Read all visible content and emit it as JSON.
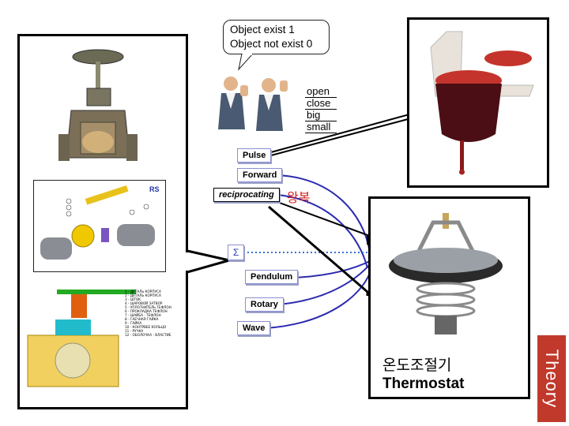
{
  "bubble": {
    "line1": "Object exist  1",
    "line2": "Object not exist 0"
  },
  "words": [
    "open",
    "close",
    "big",
    "small"
  ],
  "buttons": {
    "pulse": "Pulse",
    "forward": "Forward",
    "reciprocating": "reciprocating",
    "sigma": "Σ",
    "pendulum": "Pendulum",
    "rotary": "Rotary",
    "wave": "Wave"
  },
  "korean_reciprocating": "왕복",
  "thermostat": {
    "korean": "온도조절기",
    "english": "Thermostat"
  },
  "theory_tab": "Theory",
  "ball_valve_parts": [
    "1 - ДЕТАЛЬ КОРПУСА",
    "2 - ДЕТАЛЬ КОРПУСА",
    "3 - ШТОК",
    "4 - ШАРОВОЙ ЗАТВОР",
    "5 - УПЛОТНИТЕЛЬ ТЕФЛОН",
    "6 - ПРОКЛАДКА ТЕФЛОН",
    "7 - ШАЙБА - ТЕФЛОН",
    "8 - ГАЕЧНАЯ ГАЙКА",
    "9 - ГАЙКА",
    "10 - КОНТРВЕЕ КОЛЬЦО",
    "11 - РУЧКА",
    "12 - ОБОЛОЧКА - ВЛАСТИЕ"
  ],
  "colors": {
    "arc": "#2a2ab0",
    "dotted": "#3a6fd8",
    "korean_text": "#d42020",
    "tab": "#c0392b"
  }
}
